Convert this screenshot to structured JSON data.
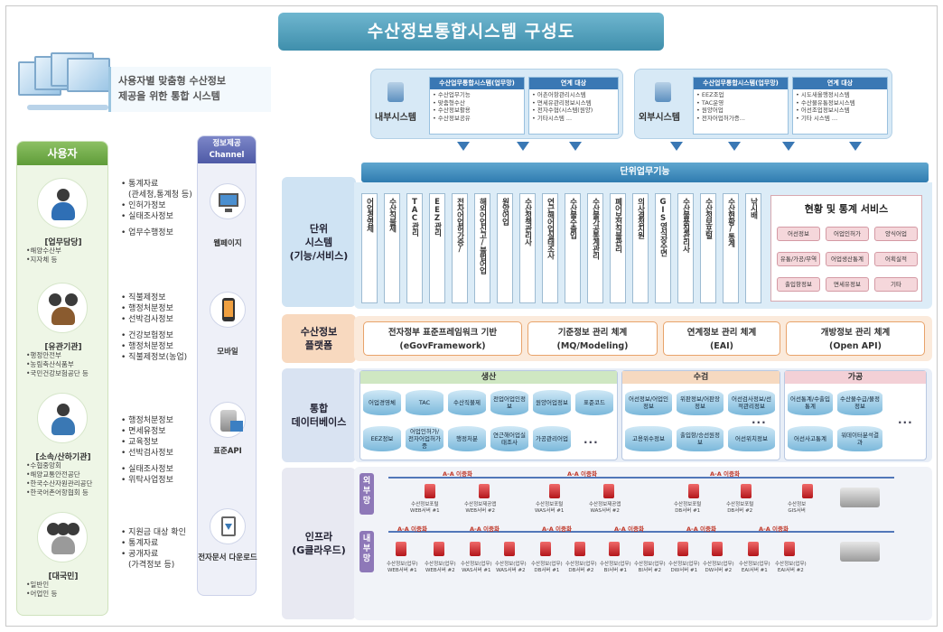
{
  "title": "수산정보통합시스템 구성도",
  "intro": {
    "line1": "사용자별 맞춤형 수산정보",
    "line2": "제공을 위한 통합 시스템"
  },
  "users": {
    "header": "사용자",
    "groups": [
      {
        "title": "[업무담당]",
        "sub": [
          "•해양수산부",
          "•지자체 등"
        ]
      },
      {
        "title": "[유관기관]",
        "sub": [
          "•행정안전부",
          "•농림축산식품부",
          "•국민건강보험공단 등"
        ]
      },
      {
        "title": "[소속/산하기관]",
        "sub": [
          "•수협중앙회",
          "•해양교통안전공단",
          "•한국수산자원관리공단",
          "•한국어촌어항협회 등"
        ]
      },
      {
        "title": "[대국민]",
        "sub": [
          "•일반인",
          "•어업인 등"
        ]
      }
    ],
    "bullet_groups": [
      [
        "• 통계자료",
        "(관세청,통계청 등)",
        "• 인허가정보",
        "• 실태조사정보",
        "",
        "• 업무수행정보"
      ],
      [
        "• 직불제정보",
        "• 행정처분정보",
        "• 선박검사정보",
        "",
        "• 건강보험정보",
        "• 행정처분정보",
        "• 직불제정보(농업)"
      ],
      [
        "• 행정처분정보",
        "• 면세유정보",
        "• 교육정보",
        "• 선박검사정보",
        "",
        "• 실태조사정보",
        "• 위탁사업정보"
      ],
      [
        "• 지원금 대상 확인",
        "• 통계자료",
        "• 공개자료",
        "(가격정보 등)"
      ]
    ]
  },
  "channel": {
    "header": [
      "정보제공",
      "Channel"
    ],
    "items": [
      "웹페이지",
      "모바일",
      "표준API",
      "전자문서 다운로드"
    ]
  },
  "top_systems": {
    "internal": {
      "name": "내부시스템",
      "sub1": {
        "head": "수산업무통합시스템(업무망)",
        "items": [
          "• 수산업무기능",
          "• 맞춤형수산",
          "• 수산정보활용",
          "• 수산정보공유"
        ]
      },
      "sub2": {
        "head": "연계 대상",
        "items": [
          "• 어촌어항관리시스템",
          "• 면세유관리정보시스템",
          "• 전자수협(시스템(원양)",
          "• 기타시스템 ..."
        ]
      }
    },
    "external": {
      "name": "외부시스템",
      "sub1": {
        "head": "수산업무통합시스템(업무망)",
        "items": [
          "• EEZ조업",
          "• TAC운영",
          "• 원양어업",
          "• 전자어업허가증..."
        ]
      },
      "sub2": {
        "head": "연계 대상",
        "items": [
          "• 시도새올행정시스템",
          "• 수산물유통정보시스템",
          "• 어선조업정보시스템",
          "• 기타 시스템 ..."
        ]
      }
    }
  },
  "row_labels": {
    "unit": [
      "단위",
      "시스템",
      "(기능/서비스)"
    ],
    "platform": [
      "수산정보",
      "플랫폼"
    ],
    "database": [
      "통합",
      "데이터베이스"
    ],
    "infra": [
      "인프라",
      "(G클라우드)"
    ]
  },
  "unit": {
    "bar": "단위업무기능",
    "modules": [
      "어업경영체",
      "수산직불제",
      "TAC관리",
      "EEZ관리",
      "전자어업허가증/",
      "해외어업신고/불법어업",
      "원양어업",
      "수산정책관리사",
      "연근해어업실태조사",
      "수산물수출입",
      "수산물가공통계관리",
      "폐어보전직불관리",
      "의사결정지원",
      "GIS영식장수면",
      "수산물품질관리사",
      "수산정보포털",
      "수산현황/통계",
      "낚시배"
    ],
    "stats_title": "현황 및 통계 서비스",
    "stats": [
      "어선정보",
      "어업인허가",
      "양식어업",
      "유통/가공/무역",
      "어업생산통계",
      "어획실적",
      "출입항정보",
      "면세유정보",
      "기타"
    ]
  },
  "platform": {
    "items": [
      [
        "전자정부 표준프레임워크 기반",
        "(eGovFramework)"
      ],
      [
        "기준정보 관리 체계",
        "(MQ/Modeling)"
      ],
      [
        "연계정보 관리 체계",
        "(EAI)"
      ],
      [
        "개방정보 관리 체계",
        "(Open API)"
      ]
    ]
  },
  "database": {
    "sections": [
      "생산",
      "수검",
      "가공"
    ],
    "prod": [
      "어업경영체",
      "TAC",
      "수산직불제",
      "전업어업인정보",
      "원양어업정보",
      "표준코드",
      "EEZ정보",
      "어업인허가/전자어업허가증",
      "행정처분",
      "연근해어업실태조사",
      "가공관리어업"
    ],
    "insp": [
      "어선정보/어업인정보",
      "위판정보/어판장정보",
      "어선검사정보/선적관리정보",
      "고용위수정보",
      "출입항/승선원정보",
      "어선위치정보"
    ],
    "proc": [
      "어선통계/수출입통계",
      "수산물수급/물정정보",
      "어선사고통계",
      "워데이터분석결과"
    ],
    "dots": "..."
  },
  "infra": {
    "external_label": [
      "외",
      "부",
      "망"
    ],
    "internal_label": [
      "내",
      "부",
      "망"
    ],
    "ha": "A-A 이중화",
    "ext_servers": [
      "수산정보포털",
      "수산정보제공앱",
      "수산정보포털",
      "수산정보제공앱",
      "수산정보포털",
      "수산정보포털",
      "수산정보"
    ],
    "ext_server_sub": [
      "WEB서버 #1",
      "WEB서버 #2",
      "WAS서버 #1",
      "WAS서버 #2",
      "DB서버 #1",
      "DB서버 #2",
      "GIS서버"
    ],
    "int_servers": [
      "수산정보(업무)",
      "수산정보(업무)",
      "수산정보(업무)",
      "수산정보(업무)",
      "수산정보(업무)",
      "수산정보(업무)",
      "수산정보(업무)",
      "수산정보(업무)",
      "수산정보(업무)",
      "수산정보(업무)",
      "수산정보(업무)",
      "수산정보(업무)"
    ],
    "int_server_sub": [
      "WEB서버 #1",
      "WEB서버 #2",
      "WAS서버 #1",
      "WAS서버 #2",
      "DB서버 #1",
      "DB서버 #2",
      "BI서버 #1",
      "BI서버 #2",
      "DW서버 #1",
      "DW서버 #2",
      "EAI서버 #1",
      "EAI서버 #2"
    ]
  },
  "colors": {
    "accent": "#3a78b4",
    "green": "#6aa842",
    "purple": "#5a63ad",
    "orange": "#e8a36a",
    "red": "#c0392b"
  }
}
